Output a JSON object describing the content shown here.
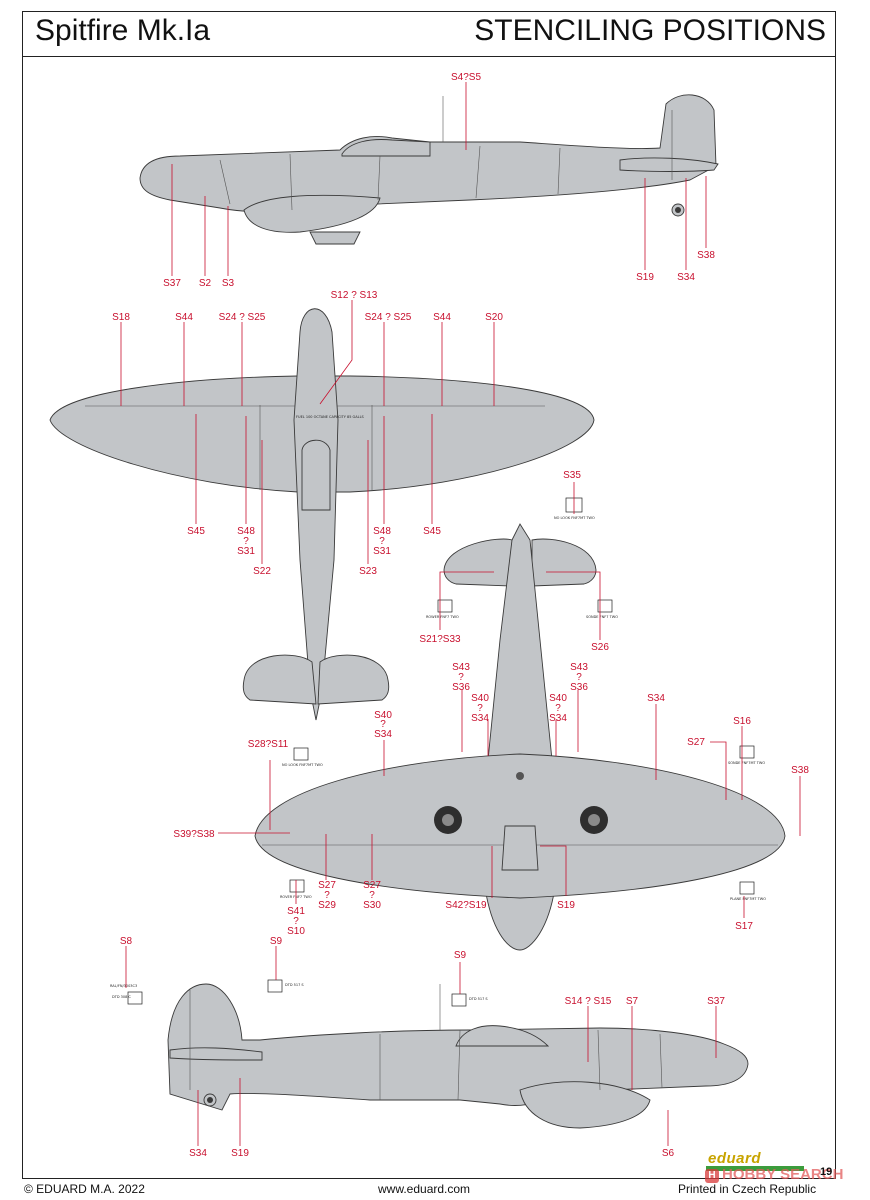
{
  "header": {
    "title": "Spitfire Mk.Ia",
    "subtitle": "STENCILING POSITIONS"
  },
  "footer": {
    "copyright": "© EDUARD M.A. 2022",
    "url": "www.eduard.com",
    "printed": "Printed in Czech Republic",
    "page_number": "19",
    "brand": "eduard"
  },
  "watermark": "HOBBY SEARCH",
  "colors": {
    "label_red": "#c8102e",
    "aircraft_grey": "#c2c5c8"
  },
  "stencil_cards": {
    "s35": "NO LOOK FNF7MT TWO",
    "s21": "ROWER FNF7 TWO",
    "s26": "SONDE FNF7 TWO",
    "s28": "NO LOOK FNF7MT TWO",
    "s16": "SONDE FNF7MT TWO",
    "s41": "ROVER FNF7 TWO",
    "s17": "PLANE FNF7MT TWO",
    "s8": "RAL/FN/3003C3",
    "dtd_a": "DTD 308 C",
    "dtd_b": "DTD 517 S",
    "dtd_c": "DTD 517 S",
    "fuel": "FUEL 100 OCTANE CAPACITY 85 GALLS"
  },
  "labels": {
    "top_s4s5": "S4?S5",
    "top_s37": "S37",
    "top_s2": "S2",
    "top_s3": "S3",
    "top_s19": "S19",
    "top_s34": "S34",
    "top_s38": "S38",
    "pl_s18": "S18",
    "pl_s44a": "S44",
    "pl_s24a": "S24 ? S25",
    "pl_s12": "S12 ? S13",
    "pl_s24b": "S24 ? S25",
    "pl_s44b": "S44",
    "pl_s20": "S20",
    "pl_s45a": "S45",
    "pl_s48a": "S48",
    "pl_q1": "?",
    "pl_s31a": "S31",
    "pl_s22": "S22",
    "pl_s48b": "S48",
    "pl_q2": "?",
    "pl_s31b": "S31",
    "pl_s23": "S23",
    "pl_s45b": "S45",
    "un_s35": "S35",
    "un_s21": "S21?S33",
    "un_s26": "S26",
    "un_s43a": "S43",
    "un_q1": "?",
    "un_s36a": "S36",
    "un_s43b": "S43",
    "un_q2": "?",
    "un_s36b": "S36",
    "un_s40a": "S40",
    "un_q3": "?",
    "un_s34a": "S34",
    "un_s40b": "S40",
    "un_q4": "?",
    "un_s34b": "S34",
    "un_s40c": "S40",
    "un_q5": "?",
    "un_s34c": "S34",
    "un_s34d": "S34",
    "un_s16": "S16",
    "un_s28": "S28?S11",
    "un_s27a": "S27",
    "un_s38": "S38",
    "un_s39": "S39?S38",
    "un_s27b": "S27",
    "un_q6": "?",
    "un_s29": "S29",
    "un_s27c": "S27",
    "un_q7": "?",
    "un_s30": "S30",
    "un_s42": "S42?S19",
    "un_s19": "S19",
    "un_s41": "S41",
    "un_q8": "?",
    "un_s10": "S10",
    "un_s17": "S17",
    "bt_s8": "S8",
    "bt_s9a": "S9",
    "bt_s9b": "S9",
    "bt_s14": "S14 ? S15",
    "bt_s7": "S7",
    "bt_s37": "S37",
    "bt_s34": "S34",
    "bt_s19": "S19",
    "bt_s6": "S6"
  }
}
